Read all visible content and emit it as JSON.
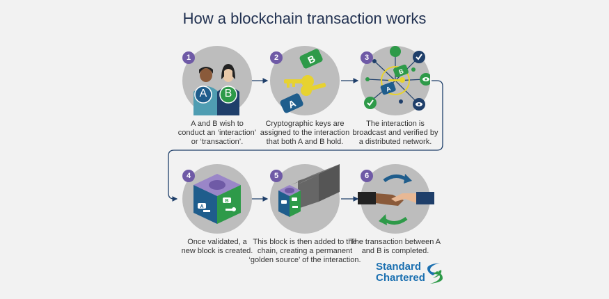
{
  "title": "How a blockchain transaction works",
  "steps": [
    {
      "num": "1",
      "lines": [
        "A and B wish to",
        "conduct an ‘interaction’",
        "or ‘transaction’."
      ]
    },
    {
      "num": "2",
      "lines": [
        "Cryptographic keys are",
        "assigned to the interaction",
        "that both A and B hold."
      ]
    },
    {
      "num": "3",
      "lines": [
        "The interaction is",
        "broadcast and verified by",
        "a distributed network."
      ]
    },
    {
      "num": "4",
      "lines": [
        "Once validated, a",
        "new block is created."
      ]
    },
    {
      "num": "5",
      "lines": [
        "This block is then added to the",
        "chain, creating a permanent",
        "‘golden source’ of the interaction."
      ]
    },
    {
      "num": "6",
      "lines": [
        "The transaction between A",
        "and B is completed."
      ]
    }
  ],
  "labels": {
    "a": "A",
    "b": "B"
  },
  "logo": {
    "line1": "Standard",
    "line2": "Chartered"
  },
  "colors": {
    "accent": "#6f5aa6",
    "navy": "#1f2f4f",
    "teal": "#1f5d8c",
    "green": "#2e9a49",
    "yellow": "#e7d230",
    "circle": "#bdbdbd"
  }
}
